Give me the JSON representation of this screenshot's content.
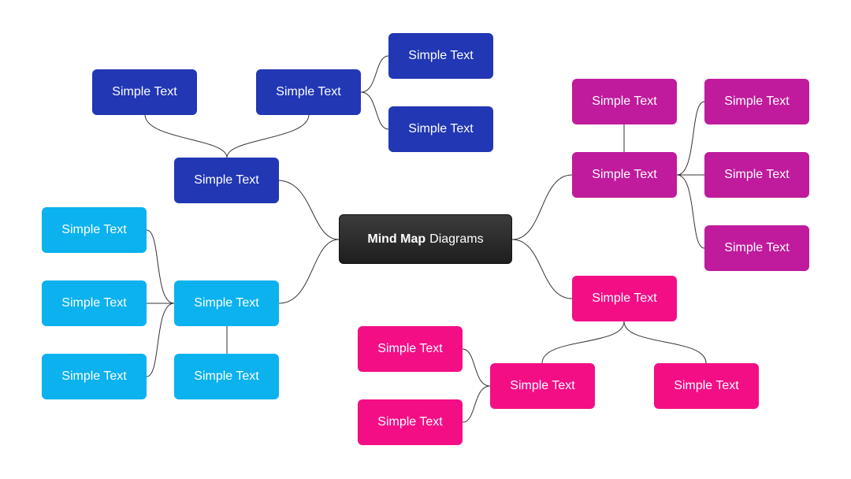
{
  "central": {
    "title_bold": "Mind Map",
    "title_rest": "Diagrams"
  },
  "colors": {
    "navy": "#2137b3",
    "cyan": "#0bb2ee",
    "purple": "#bf1b9c",
    "pink": "#f30e86",
    "central": "#2b2b2b",
    "connector": "#333333"
  },
  "nodes": [
    {
      "id": "navy-hub",
      "label": "Simple Text",
      "color": "navy"
    },
    {
      "id": "navy-top-left",
      "label": "Simple Text",
      "color": "navy"
    },
    {
      "id": "navy-top-mid",
      "label": "Simple Text",
      "color": "navy"
    },
    {
      "id": "navy-top-right-1",
      "label": "Simple Text",
      "color": "navy"
    },
    {
      "id": "navy-top-right-2",
      "label": "Simple Text",
      "color": "navy"
    },
    {
      "id": "cyan-hub",
      "label": "Simple Text",
      "color": "cyan"
    },
    {
      "id": "cyan-left-1",
      "label": "Simple Text",
      "color": "cyan"
    },
    {
      "id": "cyan-left-2",
      "label": "Simple Text",
      "color": "cyan"
    },
    {
      "id": "cyan-left-3",
      "label": "Simple Text",
      "color": "cyan"
    },
    {
      "id": "cyan-below",
      "label": "Simple Text",
      "color": "cyan"
    },
    {
      "id": "purple-hub",
      "label": "Simple Text",
      "color": "purple"
    },
    {
      "id": "purple-above",
      "label": "Simple Text",
      "color": "purple"
    },
    {
      "id": "purple-right-1",
      "label": "Simple Text",
      "color": "purple"
    },
    {
      "id": "purple-right-2",
      "label": "Simple Text",
      "color": "purple"
    },
    {
      "id": "purple-right-3",
      "label": "Simple Text",
      "color": "purple"
    },
    {
      "id": "pink-hub",
      "label": "Simple Text",
      "color": "pink"
    },
    {
      "id": "pink-mid",
      "label": "Simple Text",
      "color": "pink"
    },
    {
      "id": "pink-right",
      "label": "Simple Text",
      "color": "pink"
    },
    {
      "id": "pink-left-1",
      "label": "Simple Text",
      "color": "pink"
    },
    {
      "id": "pink-left-2",
      "label": "Simple Text",
      "color": "pink"
    }
  ]
}
